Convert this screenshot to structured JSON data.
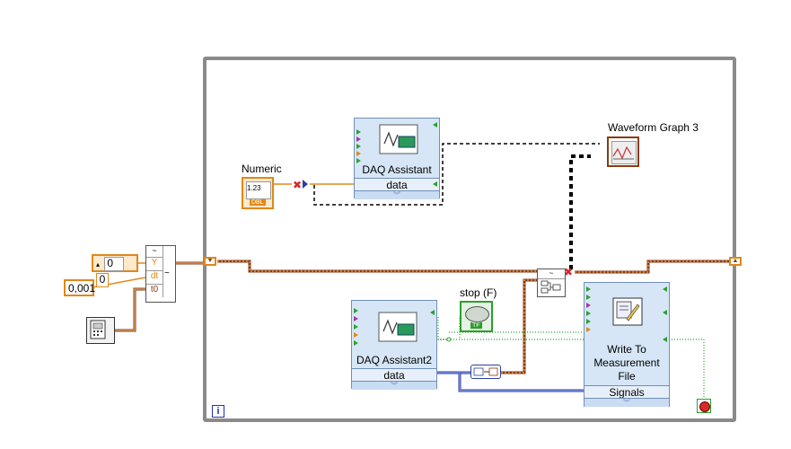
{
  "loop": {
    "iteration_label": "i"
  },
  "nodes": {
    "numeric": {
      "label": "Numeric",
      "display": "1.23",
      "type": "DBL"
    },
    "daq1": {
      "name": "DAQ Assistant",
      "terminal": "data"
    },
    "daq2": {
      "name": "DAQ Assistant2",
      "terminal": "data"
    },
    "graph": {
      "label": "Waveform Graph 3"
    },
    "stop": {
      "label": "stop (F)",
      "badge": "TF"
    },
    "write": {
      "line1": "Write To",
      "line2": "Measurement",
      "line3": "File",
      "terminal": "Signals"
    },
    "waveform_builder": {
      "y_label": "Y",
      "dt_label": "dt",
      "t0_label": "t0"
    },
    "const_zero": {
      "value": "0",
      "index": "0"
    },
    "const_dt": {
      "value": "0,001"
    }
  },
  "colors": {
    "orange_wire": "#e0881a",
    "waveform_wire": "#8b3a0e",
    "dynamic_wire": "#2c3fa0",
    "boolean_wire": "#2c9f2c",
    "loop_border": "#8a8a8a"
  }
}
